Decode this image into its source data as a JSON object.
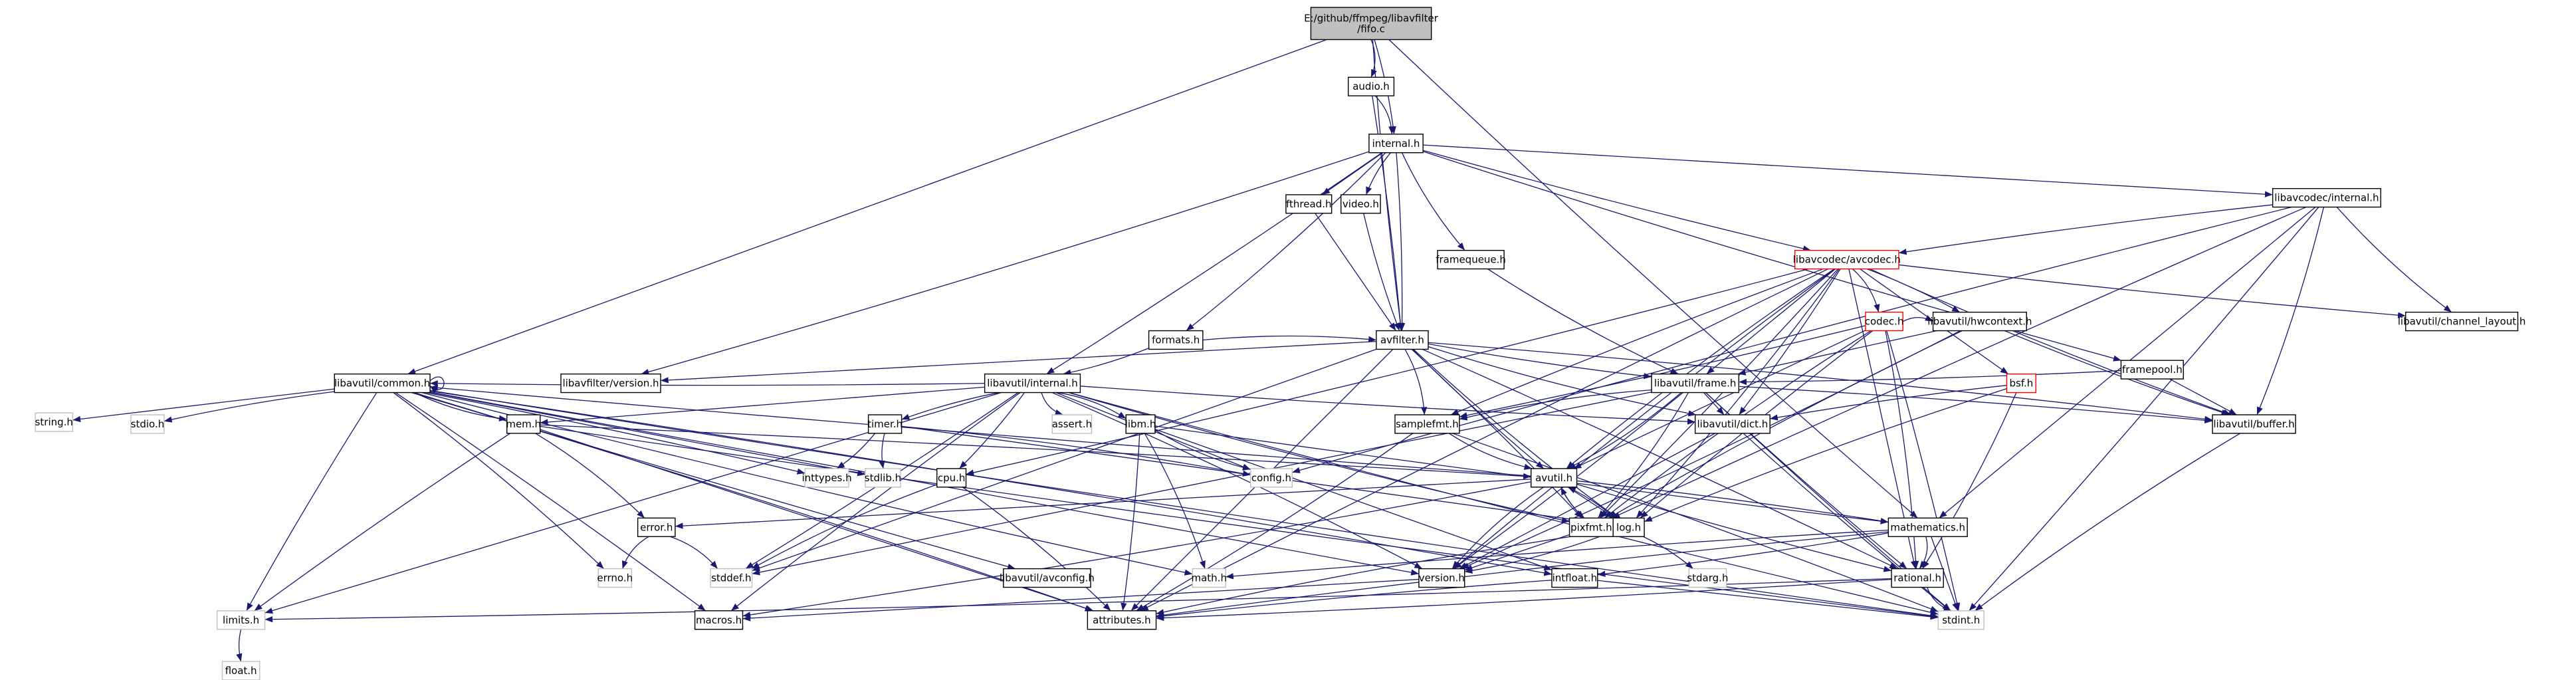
{
  "title": "E:/github/ffmpeg/libavfilter/fifo.c",
  "nodes": [
    {
      "id": "fifo",
      "lines": [
        "E:/github/ffmpeg/libavfilter",
        "/fifo.c"
      ],
      "style": "root"
    },
    {
      "id": "audio",
      "lines": [
        "audio.h"
      ]
    },
    {
      "id": "internal",
      "lines": [
        "internal.h"
      ]
    },
    {
      "id": "fthread",
      "lines": [
        "fthread.h"
      ]
    },
    {
      "id": "video",
      "lines": [
        "video.h"
      ]
    },
    {
      "id": "framequeue",
      "lines": [
        "framequeue.h"
      ]
    },
    {
      "id": "formats",
      "lines": [
        "formats.h"
      ]
    },
    {
      "id": "avfilter",
      "lines": [
        "avfilter.h"
      ]
    },
    {
      "id": "lavc_internal",
      "lines": [
        "libavcodec/internal.h"
      ]
    },
    {
      "id": "avcodec",
      "lines": [
        "libavcodec/avcodec.h"
      ],
      "style": "red"
    },
    {
      "id": "codec",
      "lines": [
        "codec.h"
      ],
      "style": "red"
    },
    {
      "id": "channel_layout",
      "lines": [
        "libavutil/channel_layout.h"
      ]
    },
    {
      "id": "hwcontext",
      "lines": [
        "libavutil/hwcontext.h"
      ]
    },
    {
      "id": "framepool",
      "lines": [
        "framepool.h"
      ]
    },
    {
      "id": "bsf",
      "lines": [
        "bsf.h"
      ],
      "style": "red"
    },
    {
      "id": "common",
      "lines": [
        "libavutil/common.h"
      ]
    },
    {
      "id": "lavfi_version",
      "lines": [
        "libavfilter/version.h"
      ]
    },
    {
      "id": "lavu_internal",
      "lines": [
        "libavutil/internal.h"
      ]
    },
    {
      "id": "lavu_frame",
      "lines": [
        "libavutil/frame.h"
      ]
    },
    {
      "id": "buffer",
      "lines": [
        "libavutil/buffer.h"
      ]
    },
    {
      "id": "string",
      "lines": [
        "string.h"
      ],
      "style": "gray"
    },
    {
      "id": "stdio",
      "lines": [
        "stdio.h"
      ],
      "style": "gray"
    },
    {
      "id": "mem",
      "lines": [
        "mem.h"
      ]
    },
    {
      "id": "timer",
      "lines": [
        "timer.h"
      ]
    },
    {
      "id": "assert",
      "lines": [
        "assert.h"
      ],
      "style": "gray"
    },
    {
      "id": "libm",
      "lines": [
        "libm.h"
      ]
    },
    {
      "id": "samplefmt",
      "lines": [
        "samplefmt.h"
      ]
    },
    {
      "id": "dict",
      "lines": [
        "libavutil/dict.h"
      ]
    },
    {
      "id": "inttypes",
      "lines": [
        "inttypes.h"
      ],
      "style": "gray"
    },
    {
      "id": "stdlib",
      "lines": [
        "stdlib.h"
      ],
      "style": "gray"
    },
    {
      "id": "cpu",
      "lines": [
        "cpu.h"
      ]
    },
    {
      "id": "config",
      "lines": [
        "config.h"
      ],
      "style": "gray"
    },
    {
      "id": "avutil",
      "lines": [
        "avutil.h"
      ]
    },
    {
      "id": "error",
      "lines": [
        "error.h"
      ]
    },
    {
      "id": "pixfmt",
      "lines": [
        "pixfmt.h"
      ]
    },
    {
      "id": "log",
      "lines": [
        "log.h"
      ]
    },
    {
      "id": "mathematics",
      "lines": [
        "mathematics.h"
      ]
    },
    {
      "id": "errno",
      "lines": [
        "errno.h"
      ],
      "style": "gray"
    },
    {
      "id": "stddef",
      "lines": [
        "stddef.h"
      ],
      "style": "gray"
    },
    {
      "id": "avconfig",
      "lines": [
        "libavutil/avconfig.h"
      ]
    },
    {
      "id": "math",
      "lines": [
        "math.h"
      ],
      "style": "gray"
    },
    {
      "id": "version",
      "lines": [
        "version.h"
      ]
    },
    {
      "id": "intfloat",
      "lines": [
        "intfloat.h"
      ]
    },
    {
      "id": "stdarg",
      "lines": [
        "stdarg.h"
      ],
      "style": "gray"
    },
    {
      "id": "rational",
      "lines": [
        "rational.h"
      ]
    },
    {
      "id": "limits",
      "lines": [
        "limits.h"
      ],
      "style": "gray"
    },
    {
      "id": "macros",
      "lines": [
        "macros.h"
      ]
    },
    {
      "id": "attributes",
      "lines": [
        "attributes.h"
      ]
    },
    {
      "id": "stdint",
      "lines": [
        "stdint.h"
      ],
      "style": "gray"
    },
    {
      "id": "float",
      "lines": [
        "float.h"
      ],
      "style": "gray"
    }
  ],
  "edges": [
    [
      "fifo",
      "audio"
    ],
    [
      "fifo",
      "internal"
    ],
    [
      "fifo",
      "common"
    ],
    [
      "fifo",
      "avfilter"
    ],
    [
      "fifo",
      "mathematics"
    ],
    [
      "audio",
      "internal"
    ],
    [
      "audio",
      "avfilter"
    ],
    [
      "internal",
      "fthread"
    ],
    [
      "internal",
      "video"
    ],
    [
      "internal",
      "framequeue"
    ],
    [
      "internal",
      "formats"
    ],
    [
      "internal",
      "avfilter"
    ],
    [
      "internal",
      "lavc_internal"
    ],
    [
      "internal",
      "avcodec"
    ],
    [
      "internal",
      "framepool"
    ],
    [
      "internal",
      "lavfi_version"
    ],
    [
      "internal",
      "lavu_internal"
    ],
    [
      "fthread",
      "avfilter"
    ],
    [
      "video",
      "avfilter"
    ],
    [
      "framequeue",
      "lavu_frame"
    ],
    [
      "formats",
      "avfilter"
    ],
    [
      "formats",
      "lavu_internal"
    ],
    [
      "avfilter",
      "lavfi_version"
    ],
    [
      "avfilter",
      "lavu_frame"
    ],
    [
      "avfilter",
      "dict"
    ],
    [
      "avfilter",
      "samplefmt"
    ],
    [
      "avfilter",
      "pixfmt"
    ],
    [
      "avfilter",
      "attributes"
    ],
    [
      "avfilter",
      "avutil"
    ],
    [
      "avfilter",
      "log"
    ],
    [
      "avfilter",
      "buffer"
    ],
    [
      "avfilter",
      "rational"
    ],
    [
      "avfilter",
      "stddef"
    ],
    [
      "lavc_internal",
      "avcodec"
    ],
    [
      "lavc_internal",
      "channel_layout"
    ],
    [
      "lavc_internal",
      "buffer"
    ],
    [
      "lavc_internal",
      "stdint"
    ],
    [
      "lavc_internal",
      "mathematics"
    ],
    [
      "lavc_internal",
      "pixfmt"
    ],
    [
      "lavc_internal",
      "config"
    ],
    [
      "avcodec",
      "codec"
    ],
    [
      "avcodec",
      "hwcontext"
    ],
    [
      "avcodec",
      "bsf"
    ],
    [
      "avcodec",
      "channel_layout"
    ],
    [
      "avcodec",
      "buffer"
    ],
    [
      "avcodec",
      "cpu"
    ],
    [
      "avcodec",
      "dict"
    ],
    [
      "avcodec",
      "lavu_frame"
    ],
    [
      "avcodec",
      "samplefmt"
    ],
    [
      "avcodec",
      "avutil"
    ],
    [
      "avcodec",
      "log"
    ],
    [
      "avcodec",
      "pixfmt"
    ],
    [
      "avcodec",
      "rational"
    ],
    [
      "avcodec",
      "attributes"
    ],
    [
      "avcodec",
      "version"
    ],
    [
      "codec",
      "hwcontext"
    ],
    [
      "codec",
      "samplefmt"
    ],
    [
      "codec",
      "avutil"
    ],
    [
      "codec",
      "log"
    ],
    [
      "codec",
      "pixfmt"
    ],
    [
      "codec",
      "rational"
    ],
    [
      "codec",
      "stdint"
    ],
    [
      "hwcontext",
      "lavu_frame"
    ],
    [
      "hwcontext",
      "buffer"
    ],
    [
      "hwcontext",
      "pixfmt"
    ],
    [
      "hwcontext",
      "version"
    ],
    [
      "framepool",
      "lavu_frame"
    ],
    [
      "framepool",
      "buffer"
    ],
    [
      "bsf",
      "dict"
    ],
    [
      "bsf",
      "log"
    ],
    [
      "bsf",
      "rational"
    ],
    [
      "common",
      "common"
    ],
    [
      "common",
      "string"
    ],
    [
      "common",
      "stdio"
    ],
    [
      "common",
      "mem"
    ],
    [
      "common",
      "errno"
    ],
    [
      "common",
      "inttypes"
    ],
    [
      "common",
      "stdlib"
    ],
    [
      "common",
      "limits"
    ],
    [
      "common",
      "math"
    ],
    [
      "common",
      "attributes"
    ],
    [
      "common",
      "macros"
    ],
    [
      "common",
      "version"
    ],
    [
      "common",
      "avconfig"
    ],
    [
      "common",
      "stdint"
    ],
    [
      "common",
      "intfloat"
    ],
    [
      "lavu_internal",
      "common"
    ],
    [
      "lavu_internal",
      "mem"
    ],
    [
      "lavu_internal",
      "timer"
    ],
    [
      "lavu_internal",
      "assert"
    ],
    [
      "lavu_internal",
      "libm"
    ],
    [
      "lavu_internal",
      "cpu"
    ],
    [
      "lavu_internal",
      "config"
    ],
    [
      "lavu_internal",
      "dict"
    ],
    [
      "lavu_internal",
      "pixfmt"
    ],
    [
      "lavu_internal",
      "version"
    ],
    [
      "lavu_internal",
      "stddef"
    ],
    [
      "lavu_internal",
      "limits"
    ],
    [
      "lavu_internal",
      "macros"
    ],
    [
      "lavu_internal",
      "stdint"
    ],
    [
      "lavu_frame",
      "avutil"
    ],
    [
      "lavu_frame",
      "buffer"
    ],
    [
      "lavu_frame",
      "dict"
    ],
    [
      "lavu_frame",
      "rational"
    ],
    [
      "lavu_frame",
      "samplefmt"
    ],
    [
      "lavu_frame",
      "pixfmt"
    ],
    [
      "lavu_frame",
      "version"
    ],
    [
      "lavu_frame",
      "stddef"
    ],
    [
      "lavu_frame",
      "stdint"
    ],
    [
      "buffer",
      "stdint"
    ],
    [
      "mem",
      "error"
    ],
    [
      "mem",
      "avutil"
    ],
    [
      "mem",
      "attributes"
    ],
    [
      "mem",
      "limits"
    ],
    [
      "mem",
      "stdint"
    ],
    [
      "timer",
      "config"
    ],
    [
      "timer",
      "inttypes"
    ],
    [
      "timer",
      "log"
    ],
    [
      "timer",
      "stdlib"
    ],
    [
      "libm",
      "config"
    ],
    [
      "libm",
      "math"
    ],
    [
      "libm",
      "attributes"
    ],
    [
      "libm",
      "intfloat"
    ],
    [
      "libm",
      "mathematics"
    ],
    [
      "samplefmt",
      "avutil"
    ],
    [
      "samplefmt",
      "attributes"
    ],
    [
      "samplefmt",
      "stdint"
    ],
    [
      "dict",
      "version"
    ],
    [
      "dict",
      "stdint"
    ],
    [
      "cpu",
      "stddef"
    ],
    [
      "cpu",
      "attributes"
    ],
    [
      "avutil",
      "common"
    ],
    [
      "avutil",
      "error"
    ],
    [
      "avutil",
      "rational"
    ],
    [
      "avutil",
      "version"
    ],
    [
      "avutil",
      "macros"
    ],
    [
      "avutil",
      "mathematics"
    ],
    [
      "avutil",
      "log"
    ],
    [
      "avutil",
      "pixfmt"
    ],
    [
      "error",
      "errno"
    ],
    [
      "error",
      "stddef"
    ],
    [
      "pixfmt",
      "avutil"
    ],
    [
      "pixfmt",
      "version"
    ],
    [
      "log",
      "avutil"
    ],
    [
      "log",
      "attributes"
    ],
    [
      "log",
      "version"
    ],
    [
      "log",
      "stdarg"
    ],
    [
      "mathematics",
      "stdint"
    ],
    [
      "mathematics",
      "math"
    ],
    [
      "mathematics",
      "attributes"
    ],
    [
      "mathematics",
      "rational"
    ],
    [
      "mathematics",
      "intfloat"
    ],
    [
      "intfloat",
      "stdint"
    ],
    [
      "intfloat",
      "attributes"
    ],
    [
      "rational",
      "stdint"
    ],
    [
      "rational",
      "limits"
    ],
    [
      "rational",
      "attributes"
    ],
    [
      "version",
      "macros"
    ],
    [
      "limits",
      "float"
    ]
  ]
}
